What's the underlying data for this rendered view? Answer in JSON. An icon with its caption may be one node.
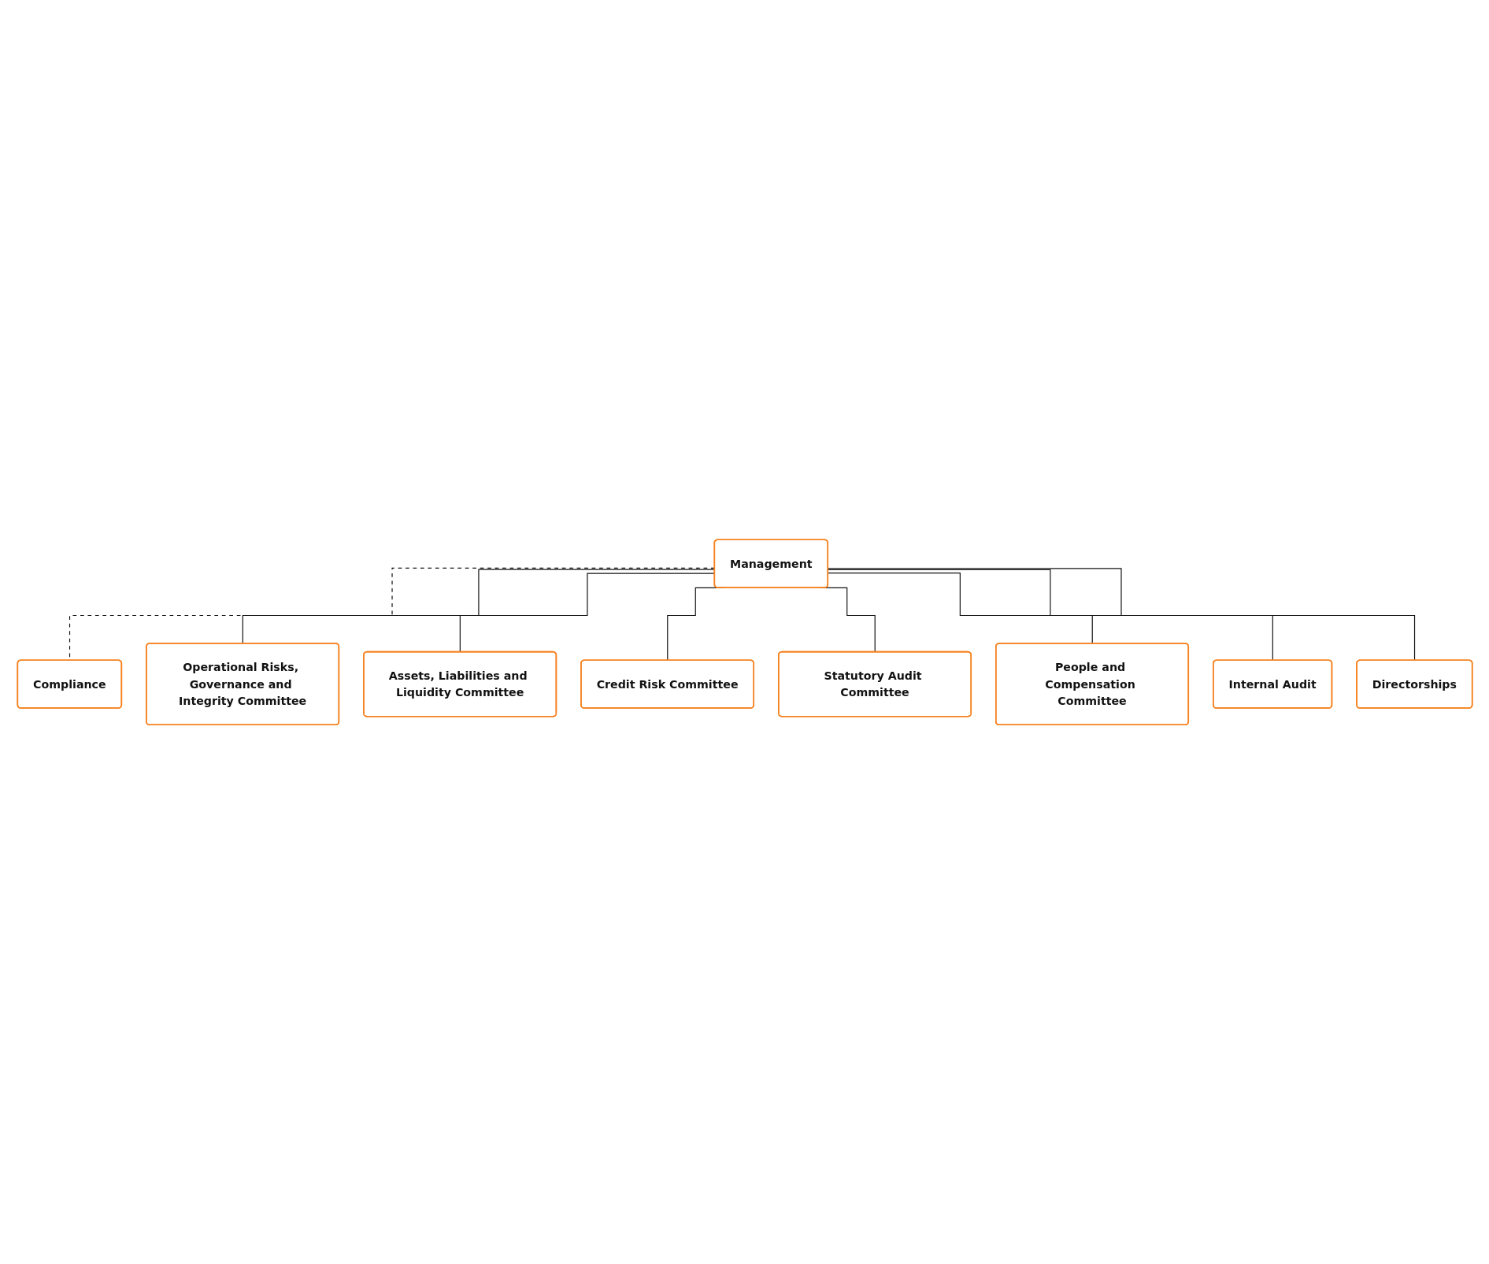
{
  "diagram": {
    "nodes": [
      {
        "text": [
          "Management"
        ]
      },
      {
        "text": [
          "Compliance"
        ]
      },
      {
        "text": [
          "Operational Risks, Governance and Integrity Committee"
        ]
      },
      {
        "text": [
          "Assets, Liabilities and Liquidity Committee"
        ]
      },
      {
        "text": [
          "Credit Risk Committee"
        ]
      },
      {
        "text": [
          "Statutory Audit Committee"
        ]
      },
      {
        "text": [
          "People and Compensation Committee"
        ]
      },
      {
        "text": [
          "Internal Audit"
        ]
      },
      {
        "text": [
          "Directorships"
        ]
      }
    ],
    "edges": [
      {
        "from": 0,
        "to": 1,
        "arrow": "none",
        "style": "dashed"
      },
      {
        "from": 0,
        "to": 2,
        "arrow": "none"
      },
      {
        "from": 0,
        "to": 3,
        "arrow": "none"
      },
      {
        "from": 0,
        "to": 4,
        "arrow": "none"
      },
      {
        "from": 0,
        "to": 5,
        "arrow": "none"
      },
      {
        "from": 0,
        "to": 6,
        "arrow": "none"
      },
      {
        "from": 0,
        "to": 7,
        "arrow": "none"
      },
      {
        "from": 0,
        "to": 8,
        "arrow": "none"
      }
    ]
  }
}
